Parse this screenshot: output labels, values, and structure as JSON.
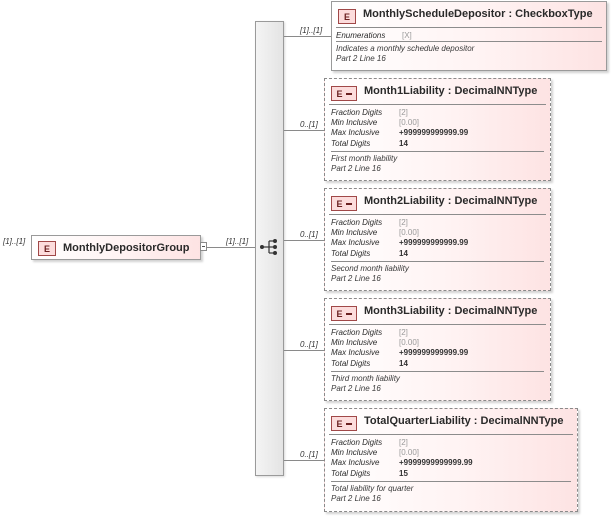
{
  "root": {
    "cardinality": "[1]..[1]",
    "badge": "E",
    "name": "MonthlyDepositorGroup"
  },
  "sequence": {
    "cardinality": "[1]..[1]",
    "icon": "sequence-compositor-icon"
  },
  "children": [
    {
      "cardinality": "[1]..[1]",
      "badge": "E",
      "name": "MonthlyScheduleDepositor : CheckboxType",
      "facets": [
        {
          "name": "Enumerations",
          "value": "[X]"
        }
      ],
      "description": [
        "Indicates a monthly schedule depositor",
        "Part 2 Line 16"
      ]
    },
    {
      "cardinality": "0..[1]",
      "badge": "E",
      "name": "Month1Liability : DecimalNNType",
      "facets": [
        {
          "name": "Fraction Digits",
          "value": "[2]"
        },
        {
          "name": "Min Inclusive",
          "value": "[0.00]"
        },
        {
          "name": "Max Inclusive",
          "value": "+999999999999.99"
        },
        {
          "name": "Total Digits",
          "value": "14"
        }
      ],
      "description": [
        "First month liability",
        "Part 2 Line 16"
      ]
    },
    {
      "cardinality": "0..[1]",
      "badge": "E",
      "name": "Month2Liability : DecimalNNType",
      "facets": [
        {
          "name": "Fraction Digits",
          "value": "[2]"
        },
        {
          "name": "Min Inclusive",
          "value": "[0.00]"
        },
        {
          "name": "Max Inclusive",
          "value": "+999999999999.99"
        },
        {
          "name": "Total Digits",
          "value": "14"
        }
      ],
      "description": [
        "Second month liability",
        "Part 2 Line 16"
      ]
    },
    {
      "cardinality": "0..[1]",
      "badge": "E",
      "name": "Month3Liability : DecimalNNType",
      "facets": [
        {
          "name": "Fraction Digits",
          "value": "[2]"
        },
        {
          "name": "Min Inclusive",
          "value": "[0.00]"
        },
        {
          "name": "Max Inclusive",
          "value": "+999999999999.99"
        },
        {
          "name": "Total Digits",
          "value": "14"
        }
      ],
      "description": [
        "Third month liability",
        "Part 2 Line 16"
      ]
    },
    {
      "cardinality": "0..[1]",
      "badge": "E",
      "name": "TotalQuarterLiability : DecimalNNType",
      "facets": [
        {
          "name": "Fraction Digits",
          "value": "[2]"
        },
        {
          "name": "Min Inclusive",
          "value": "[0.00]"
        },
        {
          "name": "Max Inclusive",
          "value": "+9999999999999.99"
        },
        {
          "name": "Total Digits",
          "value": "15"
        }
      ],
      "description": [
        "Total liability for quarter",
        "Part 2 Line 16"
      ]
    }
  ]
}
